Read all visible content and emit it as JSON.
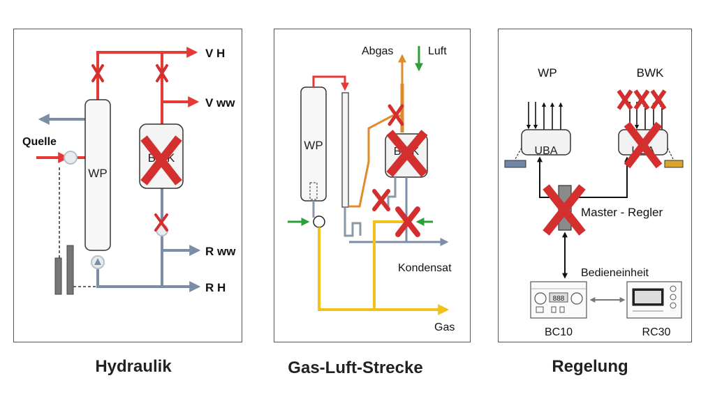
{
  "colors": {
    "red": "#e53935",
    "blue_grey": "#7b8ea8",
    "orange": "#e08a2c",
    "green": "#2e9e3a",
    "yellow": "#f2c11b",
    "cross": "#d32f2f",
    "black": "#111111"
  },
  "hydraulik": {
    "caption": "Hydraulik",
    "label_vh": "V H",
    "label_vww": "V ww",
    "label_quelle": "Quelle",
    "label_wp": "WP",
    "label_bwk": "BWK",
    "label_rww": "R ww",
    "label_rh": "R H"
  },
  "gasluft": {
    "caption": "Gas-Luft-Strecke",
    "label_abgas": "Abgas",
    "label_luft": "Luft",
    "label_wp": "WP",
    "label_bwk": "BWK",
    "label_kondensat": "Kondensat",
    "label_gas": "Gas"
  },
  "regelung": {
    "caption": "Regelung",
    "label_wp": "WP",
    "label_bwk": "BWK",
    "label_uba_left": "UBA",
    "label_uba_right": "UBA",
    "label_master": "Master - Regler",
    "label_bedien": "Bedieneinheit",
    "label_bc10": "BC10",
    "label_rc30": "RC30",
    "display_888": "888"
  }
}
